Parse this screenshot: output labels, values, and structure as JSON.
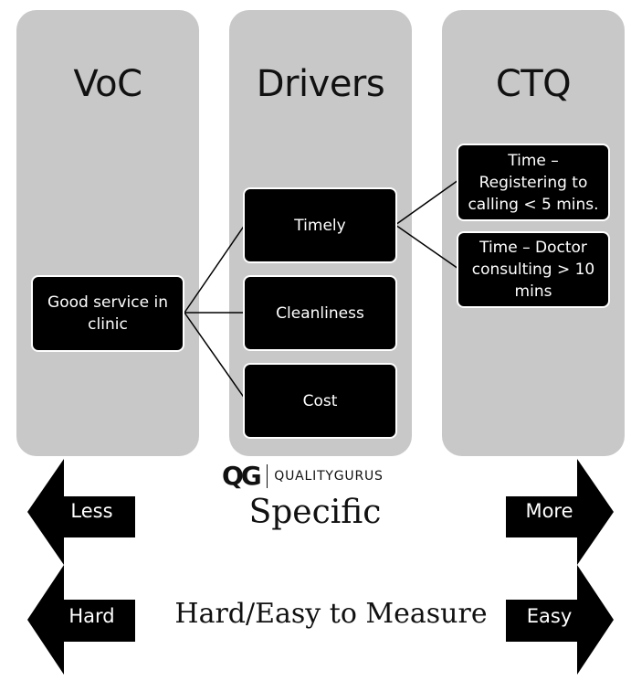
{
  "columns": [
    {
      "title": "VoC"
    },
    {
      "title": "Drivers"
    },
    {
      "title": "CTQ"
    }
  ],
  "voc": {
    "node": "Good service in clinic"
  },
  "drivers": [
    {
      "label": "Timely"
    },
    {
      "label": "Cleanliness"
    },
    {
      "label": "Cost"
    }
  ],
  "ctq": [
    {
      "label": "Time – Registering to calling < 5 mins."
    },
    {
      "label": "Time – Doctor consulting > 10 mins"
    }
  ],
  "logo": {
    "mark": "QG",
    "text": "QUALITYGURUS"
  },
  "scales": [
    {
      "left": "Less",
      "center": "Specific",
      "right": "More"
    },
    {
      "left": "Hard",
      "center": "Hard/Easy to Measure",
      "right": "Easy"
    }
  ],
  "colors": {
    "panel": "#c8c8c8",
    "node": "#000000",
    "node_text": "#ffffff"
  }
}
